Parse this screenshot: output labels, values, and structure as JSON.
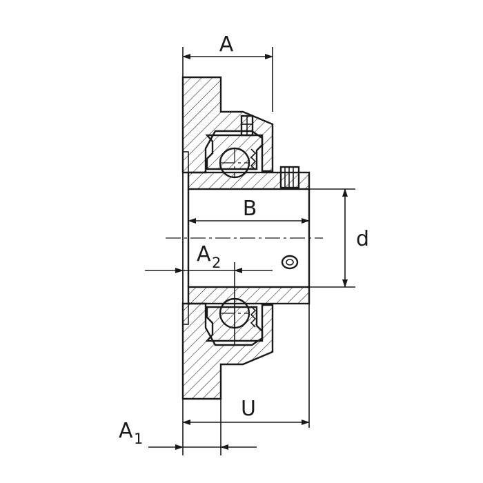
{
  "dimensions": {
    "A": {
      "label": "A"
    },
    "B": {
      "label": "B"
    },
    "d": {
      "label": "d"
    },
    "A2": {
      "main": "A",
      "sub": "2"
    },
    "U": {
      "label": "U"
    },
    "A1": {
      "main": "A",
      "sub": "1"
    }
  },
  "colors": {
    "line": "#1a1a1a",
    "background": "#ffffff"
  }
}
